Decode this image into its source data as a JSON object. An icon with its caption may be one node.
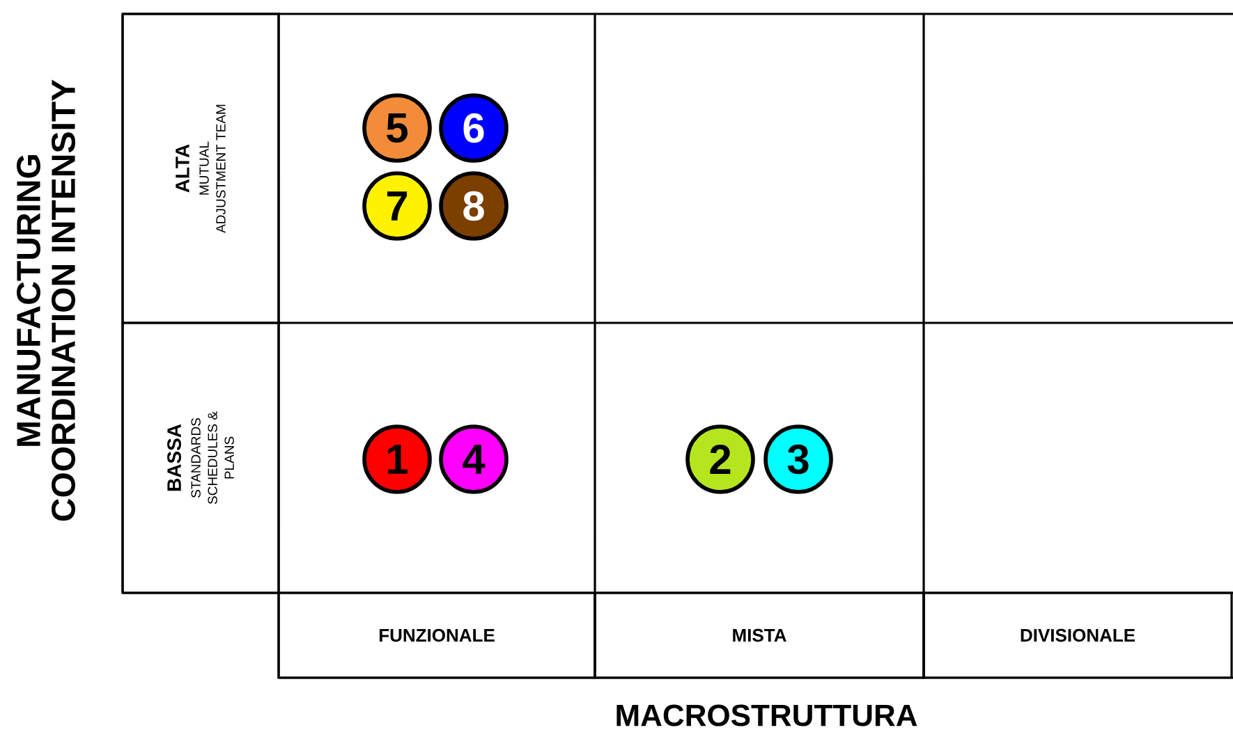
{
  "diagram": {
    "nodes": [
      {
        "text": [
          "ALTA",
          "MUTUAL ADJUSTMENT TEAM"
        ]
      },
      {
        "text": [
          "5"
        ]
      },
      {
        "text": [
          "6"
        ]
      },
      {
        "text": [
          "7"
        ]
      },
      {
        "text": [
          "8"
        ]
      },
      {
        "text": [
          "BASSA",
          "STANDARDS SCHEDULES & PLANS"
        ]
      },
      {
        "text": [
          "1"
        ]
      },
      {
        "text": [
          "4"
        ]
      },
      {
        "text": [
          "2"
        ]
      },
      {
        "text": [
          "3"
        ]
      },
      {
        "text": [
          "FUNZIONALE"
        ]
      },
      {
        "text": [
          "MISTA"
        ]
      },
      {
        "text": [
          "DIVISIONALE"
        ]
      }
    ],
    "edges": [],
    "labels": [
      "MANUFACTURING COORDINATION INTENSITY",
      "MACROSTRUTTURA"
    ]
  }
}
